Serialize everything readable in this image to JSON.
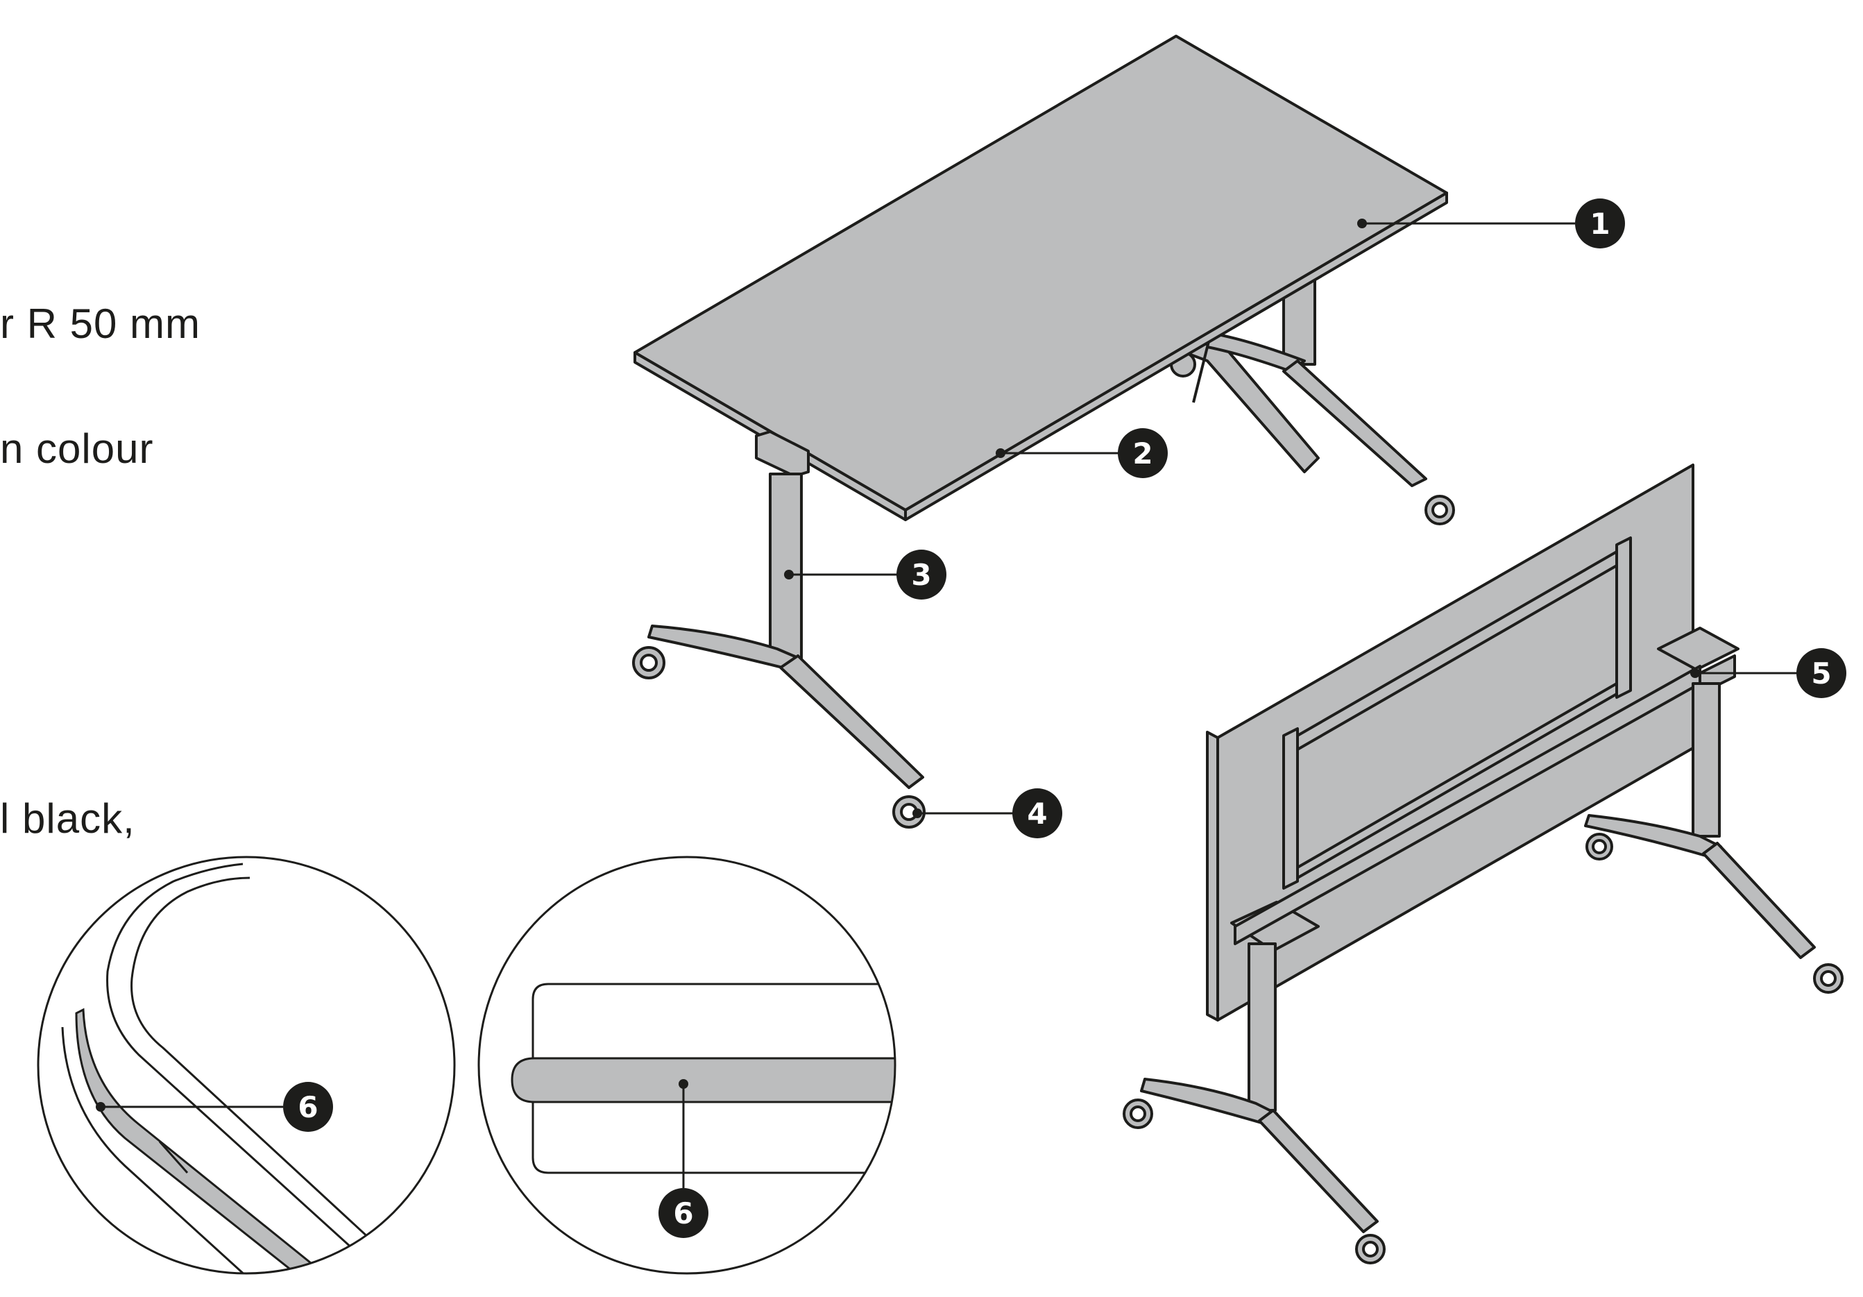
{
  "left_text": {
    "line1": "r R 50 mm",
    "line2": "n colour",
    "line3": "l black,"
  },
  "callouts": {
    "c1": "1",
    "c2": "2",
    "c3": "3",
    "c4": "4",
    "c5": "5",
    "c6a": "6",
    "c6b": "6"
  },
  "colors": {
    "surface": "#bcbdbe",
    "line": "#1d1d1b",
    "callout": "#1d1d1b"
  }
}
